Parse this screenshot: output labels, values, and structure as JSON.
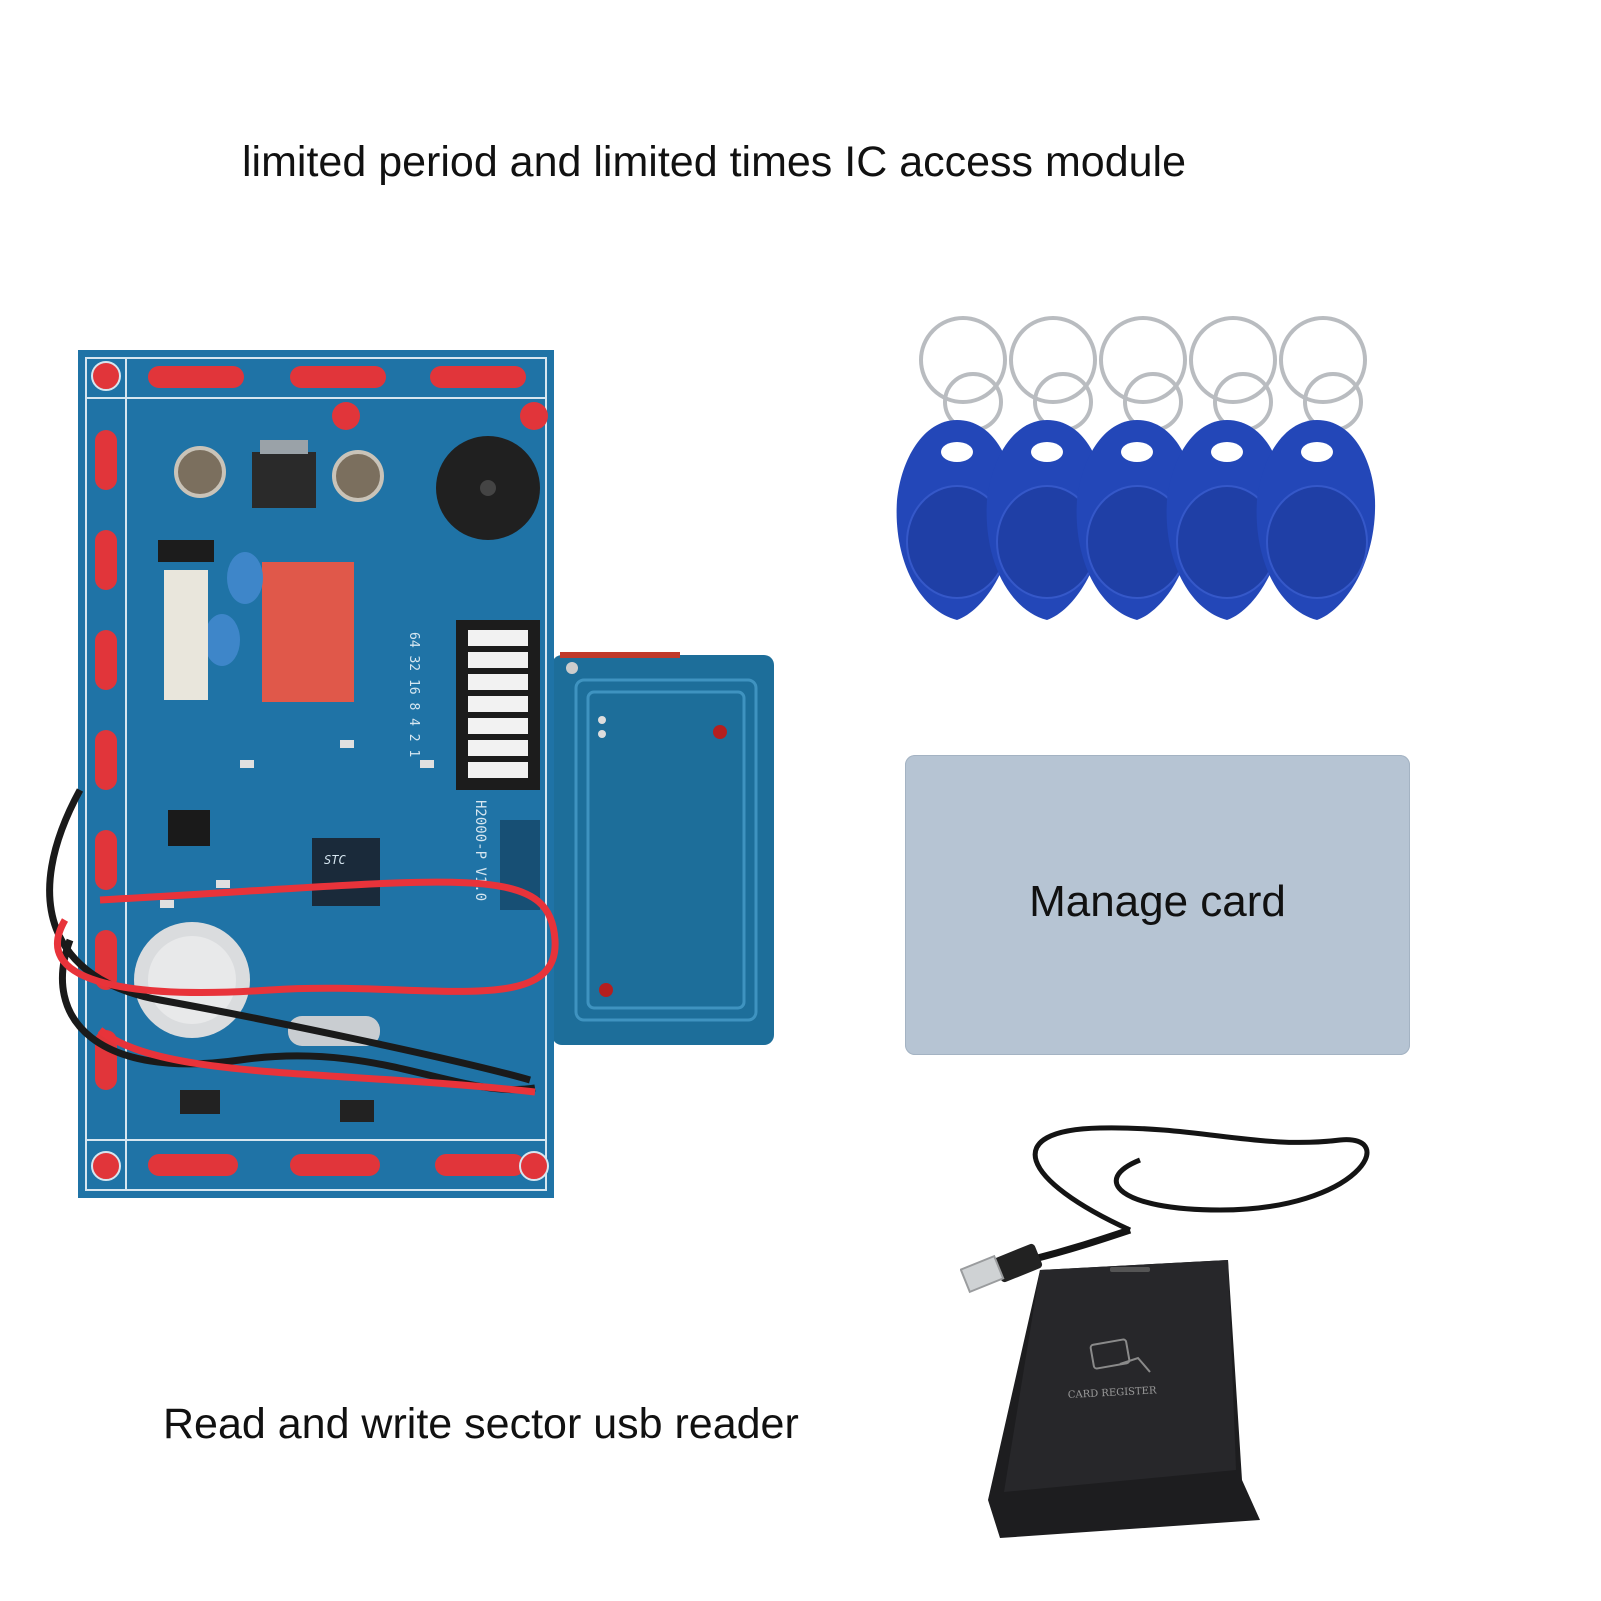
{
  "title": "limited period and limited times IC access module",
  "manage_card": {
    "label": "Manage card",
    "color": "#b6c4d3"
  },
  "reader_caption": "Read and write sector usb reader",
  "pcb": {
    "board_color": "#1f73a6",
    "model_text": "H2000-P V1.0",
    "dip_numbers": "64 32 16 8 4 2 1",
    "brand_text": "STC",
    "wire_colors": [
      "#e8333a",
      "#1a1a1a"
    ]
  },
  "key_fobs": {
    "count": 5,
    "color": "#2347b8"
  },
  "usb_reader": {
    "label": "CARD REGISTER",
    "color": "#1d1d1f"
  }
}
